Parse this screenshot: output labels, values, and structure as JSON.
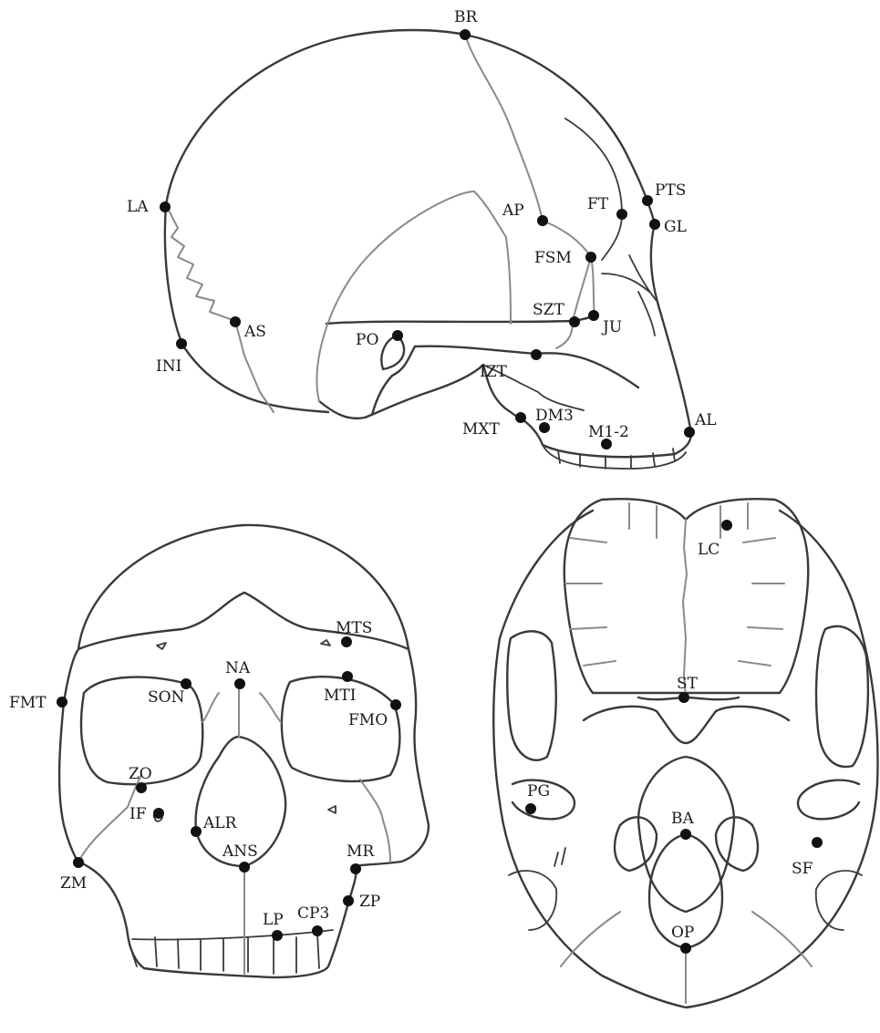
{
  "lateral_view": {
    "landmarks": [
      {
        "id": "BR",
        "label": "BR"
      },
      {
        "id": "LA",
        "label": "LA"
      },
      {
        "id": "AS",
        "label": "AS"
      },
      {
        "id": "INI",
        "label": "INI"
      },
      {
        "id": "PO",
        "label": "PO"
      },
      {
        "id": "AP",
        "label": "AP"
      },
      {
        "id": "FT",
        "label": "FT"
      },
      {
        "id": "PTS",
        "label": "PTS"
      },
      {
        "id": "GL",
        "label": "GL"
      },
      {
        "id": "FSM",
        "label": "FSM"
      },
      {
        "id": "SZT",
        "label": "SZT"
      },
      {
        "id": "JU",
        "label": "JU"
      },
      {
        "id": "IZT",
        "label": "IZT"
      },
      {
        "id": "MXT",
        "label": "MXT"
      },
      {
        "id": "DM3",
        "label": "DM3"
      },
      {
        "id": "M1-2",
        "label": "M1-2"
      },
      {
        "id": "AL",
        "label": "AL"
      }
    ]
  },
  "frontal_view": {
    "landmarks": [
      {
        "id": "MTS",
        "label": "MTS"
      },
      {
        "id": "NA",
        "label": "NA"
      },
      {
        "id": "SON",
        "label": "SON"
      },
      {
        "id": "MTI",
        "label": "MTI"
      },
      {
        "id": "FMT",
        "label": "FMT"
      },
      {
        "id": "FMO",
        "label": "FMO"
      },
      {
        "id": "ZO",
        "label": "ZO"
      },
      {
        "id": "IF",
        "label": "IF"
      },
      {
        "id": "ALR",
        "label": "ALR"
      },
      {
        "id": "ANS",
        "label": "ANS"
      },
      {
        "id": "MR",
        "label": "MR"
      },
      {
        "id": "ZM",
        "label": "ZM"
      },
      {
        "id": "ZP",
        "label": "ZP"
      },
      {
        "id": "LP",
        "label": "LP"
      },
      {
        "id": "CP3",
        "label": "CP3"
      }
    ]
  },
  "basal_view": {
    "landmarks": [
      {
        "id": "LC",
        "label": "LC"
      },
      {
        "id": "ST",
        "label": "ST"
      },
      {
        "id": "PG",
        "label": "PG"
      },
      {
        "id": "BA",
        "label": "BA"
      },
      {
        "id": "SF",
        "label": "SF"
      },
      {
        "id": "OP",
        "label": "OP"
      }
    ]
  },
  "colors": {
    "outline": "#3a3a3a",
    "suture": "#8a8a8a",
    "dot": "#111111"
  }
}
